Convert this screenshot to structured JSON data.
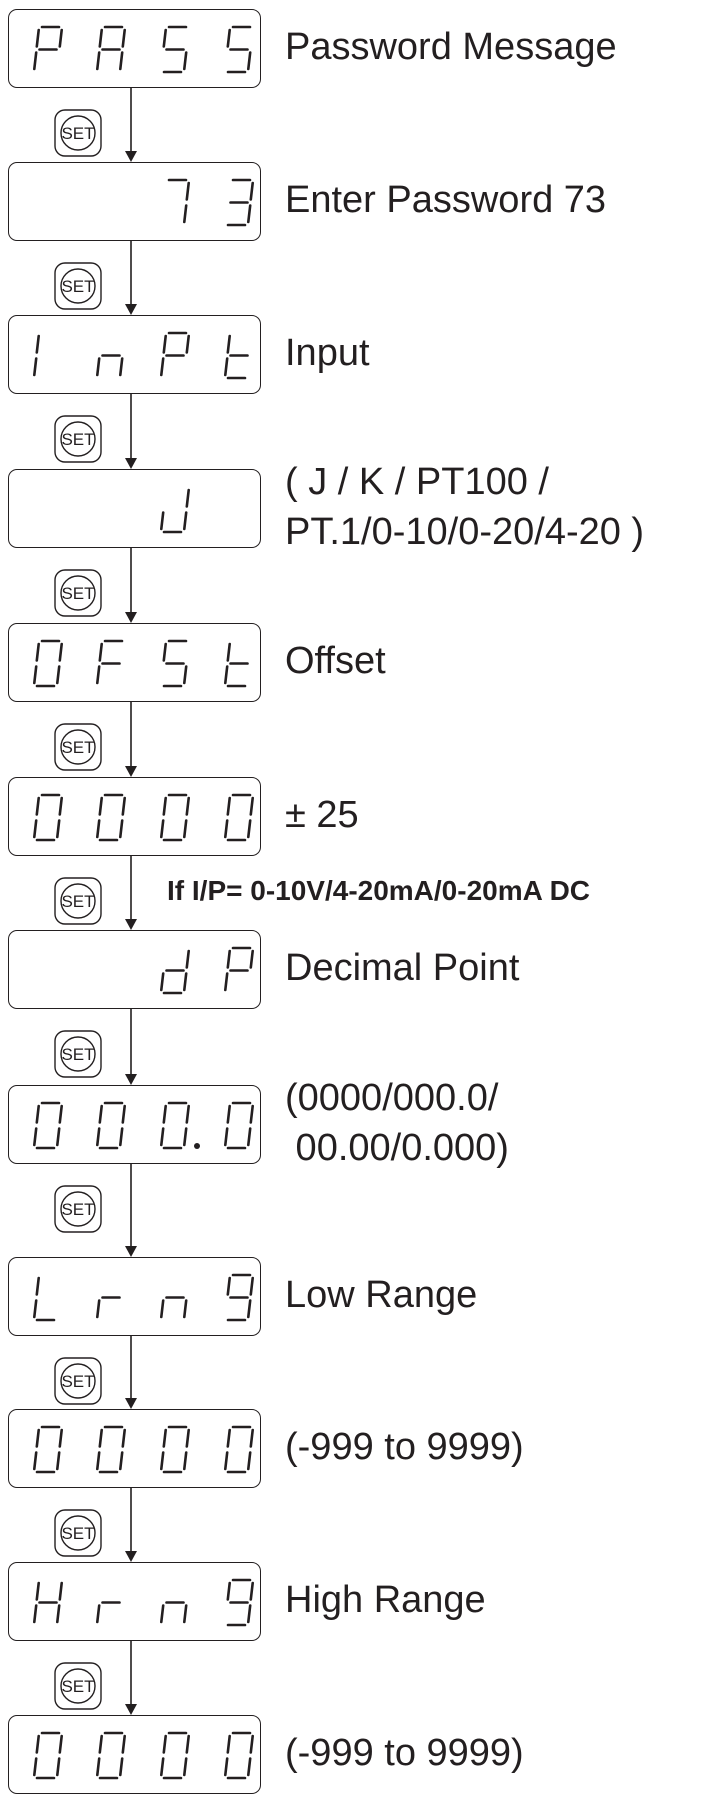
{
  "steps": [
    {
      "display": "PA55",
      "desc": [
        "Password Message"
      ]
    },
    {
      "display": "  73",
      "desc": [
        "Enter Password 73"
      ]
    },
    {
      "display": "InPt",
      "desc": [
        "Input"
      ]
    },
    {
      "display": "  J ",
      "desc": [
        "( J / K / PT100 /",
        "PT.1/0-10/0-20/4-20 )"
      ]
    },
    {
      "display": "0F5t",
      "desc": [
        "Offset"
      ]
    },
    {
      "display": "0000",
      "desc": [
        "± 25"
      ]
    },
    {
      "display": "  dP",
      "desc": [
        "Decimal Point"
      ]
    },
    {
      "display": "000.0",
      "desc": [
        "(0000/000.0/",
        " 00.00/0.000)"
      ]
    },
    {
      "display": "Lrn9",
      "desc": [
        "Low Range"
      ]
    },
    {
      "display": "0000",
      "desc": [
        "(-999 to 9999)"
      ]
    },
    {
      "display": "Hrn9",
      "desc": [
        "High Range"
      ]
    },
    {
      "display": "0000",
      "desc": [
        "(-999 to 9999)"
      ]
    }
  ],
  "set_button_label": "SET",
  "condition_note": "If I/P= 0-10V/4-20mA/0-20mA DC",
  "colors": {
    "ink": "#231f20",
    "background": "#ffffff"
  }
}
